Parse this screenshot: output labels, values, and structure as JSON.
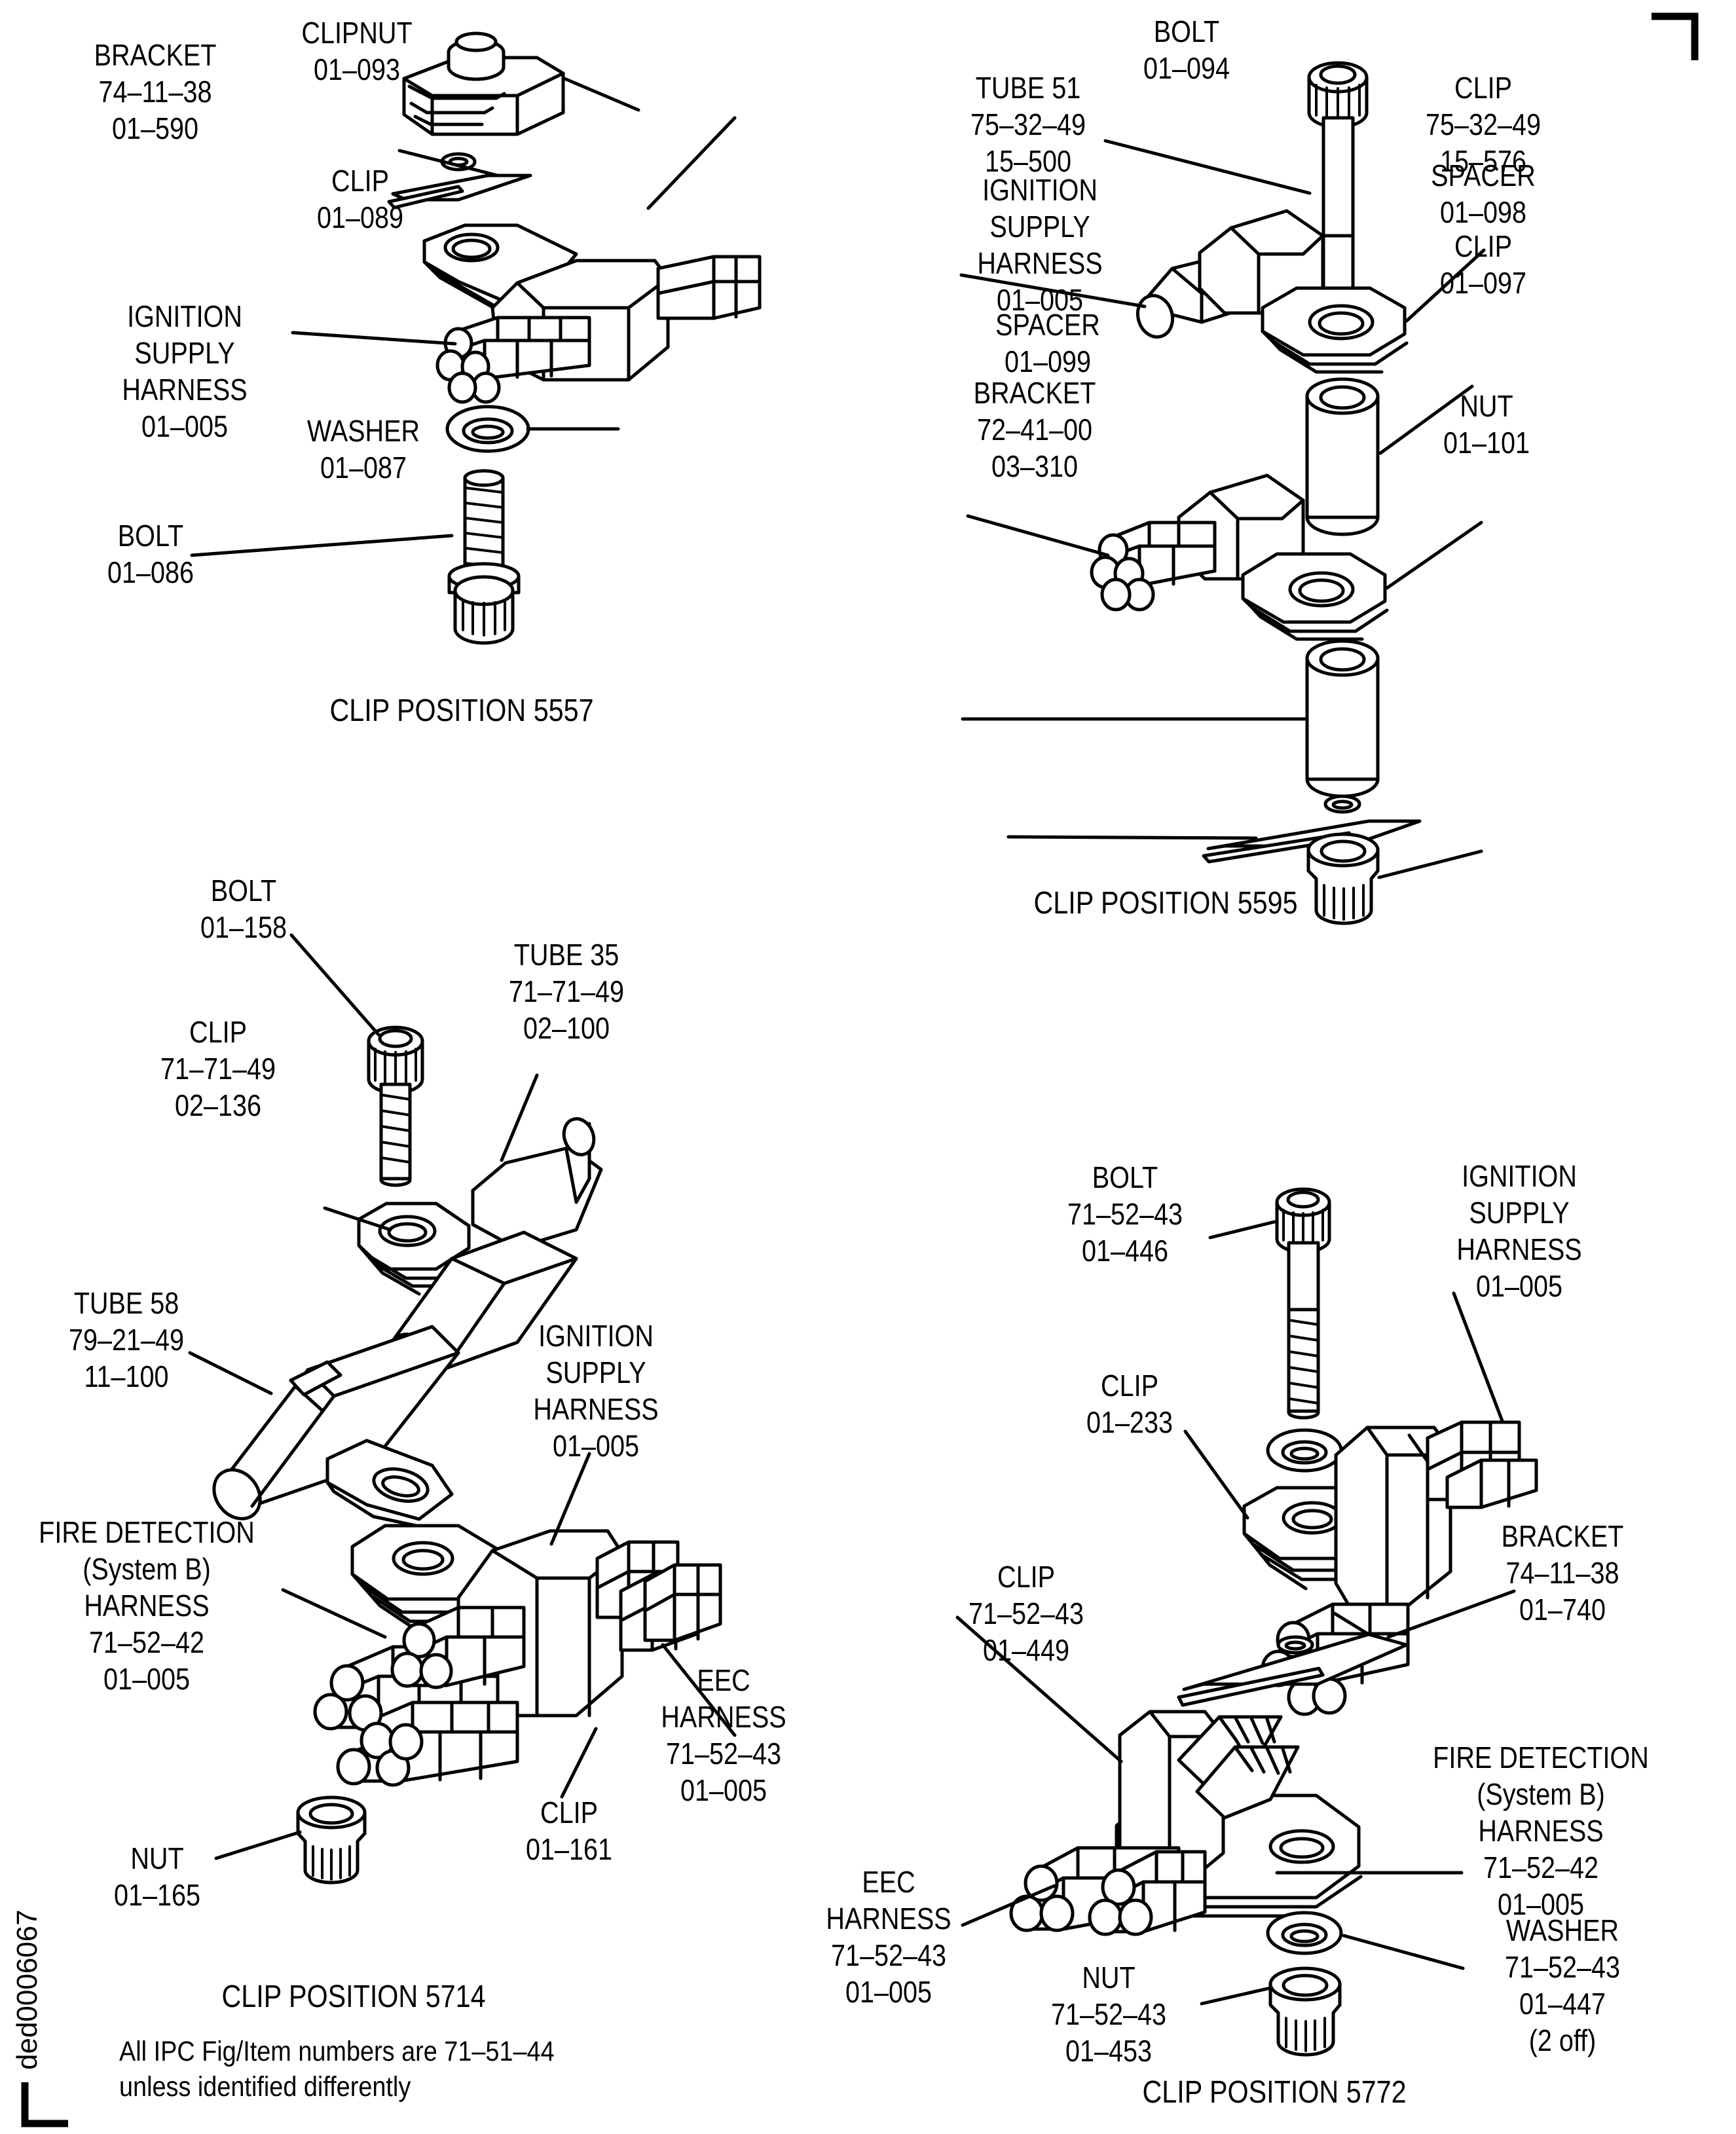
{
  "figure": {
    "id": "ded0006067",
    "note_line1": "All IPC Fig/Item numbers are 71–51–44",
    "note_line2": "unless identified differently"
  },
  "assemblies": [
    {
      "name": "clip-position-5557",
      "caption": "CLIP POSITION 5557",
      "labels": [
        {
          "name": "clipnut",
          "lines": [
            "CLIPNUT",
            "01–093"
          ]
        },
        {
          "name": "bracket",
          "lines": [
            "BRACKET",
            "74–11–38",
            "01–590"
          ]
        },
        {
          "name": "clip",
          "lines": [
            "CLIP",
            "01–089"
          ]
        },
        {
          "name": "ignition-supply-harness",
          "lines": [
            "IGNITION",
            "SUPPLY",
            "HARNESS",
            "01–005"
          ]
        },
        {
          "name": "washer",
          "lines": [
            "WASHER",
            "01–087"
          ]
        },
        {
          "name": "bolt",
          "lines": [
            "BOLT",
            "01–086"
          ]
        }
      ]
    },
    {
      "name": "clip-position-5595",
      "caption": "CLIP POSITION 5595",
      "labels": [
        {
          "name": "bolt",
          "lines": [
            "BOLT",
            "01–094"
          ]
        },
        {
          "name": "tube-51",
          "lines": [
            "TUBE 51",
            "75–32–49",
            "15–500"
          ]
        },
        {
          "name": "clip-upper",
          "lines": [
            "CLIP",
            "75–32–49",
            "15–576"
          ]
        },
        {
          "name": "spacer-upper",
          "lines": [
            "SPACER",
            "01–098"
          ]
        },
        {
          "name": "ignition-supply-harness",
          "lines": [
            "IGNITION",
            "SUPPLY",
            "HARNESS",
            "01–005"
          ]
        },
        {
          "name": "clip-lower",
          "lines": [
            "CLIP",
            "01–097"
          ]
        },
        {
          "name": "spacer-lower",
          "lines": [
            "SPACER",
            "01–099"
          ]
        },
        {
          "name": "bracket",
          "lines": [
            "BRACKET",
            "72–41–00",
            "03–310"
          ]
        },
        {
          "name": "nut",
          "lines": [
            "NUT",
            "01–101"
          ]
        }
      ]
    },
    {
      "name": "clip-position-5714",
      "caption": "CLIP POSITION 5714",
      "labels": [
        {
          "name": "bolt",
          "lines": [
            "BOLT",
            "01–158"
          ]
        },
        {
          "name": "tube-35",
          "lines": [
            "TUBE 35",
            "71–71–49",
            "02–100"
          ]
        },
        {
          "name": "clip-upper",
          "lines": [
            "CLIP",
            "71–71–49",
            "02–136"
          ]
        },
        {
          "name": "tube-58",
          "lines": [
            "TUBE 58",
            "79–21–49",
            "11–100"
          ]
        },
        {
          "name": "ignition-supply-harness",
          "lines": [
            "IGNITION",
            "SUPPLY",
            "HARNESS",
            "01–005"
          ]
        },
        {
          "name": "fire-detection-harness",
          "lines": [
            "FIRE DETECTION",
            "(System B)",
            "HARNESS",
            "71–52–42",
            "01–005"
          ]
        },
        {
          "name": "eec-harness",
          "lines": [
            "EEC",
            "HARNESS",
            "71–52–43",
            "01–005"
          ]
        },
        {
          "name": "clip-lower",
          "lines": [
            "CLIP",
            "01–161"
          ]
        },
        {
          "name": "nut",
          "lines": [
            "NUT",
            "01–165"
          ]
        }
      ]
    },
    {
      "name": "clip-position-5772",
      "caption": "CLIP POSITION 5772",
      "labels": [
        {
          "name": "bolt",
          "lines": [
            "BOLT",
            "71–52–43",
            "01–446"
          ]
        },
        {
          "name": "ignition-supply-harness",
          "lines": [
            "IGNITION",
            "SUPPLY",
            "HARNESS",
            "01–005"
          ]
        },
        {
          "name": "clip-upper",
          "lines": [
            "CLIP",
            "01–233"
          ]
        },
        {
          "name": "bracket",
          "lines": [
            "BRACKET",
            "74–11–38",
            "01–740"
          ]
        },
        {
          "name": "clip-lower",
          "lines": [
            "CLIP",
            "71–52–43",
            "01–449"
          ]
        },
        {
          "name": "fire-detection-harness",
          "lines": [
            "FIRE DETECTION",
            "(System B)",
            "HARNESS",
            "71–52–42",
            "01–005"
          ]
        },
        {
          "name": "eec-harness",
          "lines": [
            "EEC",
            "HARNESS",
            "71–52–43",
            "01–005"
          ]
        },
        {
          "name": "nut",
          "lines": [
            "NUT",
            "71–52–43",
            "01–453"
          ]
        },
        {
          "name": "washer",
          "lines": [
            "WASHER",
            "71–52–43",
            "01–447",
            "(2 off)"
          ]
        }
      ]
    }
  ],
  "text": {
    "a1_clipnut": "CLIPNUT\n01–093",
    "a1_bracket": "BRACKET\n74–11–38\n01–590",
    "a1_clip": "CLIP\n01–089",
    "a1_harness": "IGNITION\nSUPPLY\nHARNESS\n01–005",
    "a1_washer": "WASHER\n01–087",
    "a1_bolt": "BOLT\n01–086",
    "a1_caption": "CLIP POSITION 5557",
    "a2_bolt": "BOLT\n01–094",
    "a2_tube51": "TUBE 51\n75–32–49\n15–500",
    "a2_clipu": "CLIP\n75–32–49\n15–576",
    "a2_spaceru": "SPACER\n01–098",
    "a2_harness": "IGNITION\nSUPPLY\nHARNESS\n01–005",
    "a2_clipl": "CLIP\n01–097",
    "a2_spacerl": "SPACER\n01–099",
    "a2_bracket": "BRACKET\n72–41–00\n03–310",
    "a2_nut": "NUT\n01–101",
    "a2_caption": "CLIP POSITION 5595",
    "a3_bolt": "BOLT\n01–158",
    "a3_tube35": "TUBE 35\n71–71–49\n02–100",
    "a3_clipu": "CLIP\n71–71–49\n02–136",
    "a3_tube58": "TUBE 58\n79–21–49\n11–100",
    "a3_harness": "IGNITION\nSUPPLY\nHARNESS\n01–005",
    "a3_fire": "FIRE DETECTION\n(System B)\nHARNESS\n71–52–42\n01–005",
    "a3_eec": "EEC\nHARNESS\n71–52–43\n01–005",
    "a3_clipl": "CLIP\n01–161",
    "a3_nut": "NUT\n01–165",
    "a3_caption": "CLIP POSITION 5714",
    "a4_bolt": "BOLT\n71–52–43\n01–446",
    "a4_harness": "IGNITION\nSUPPLY\nHARNESS\n01–005",
    "a4_clipu": "CLIP\n01–233",
    "a4_bracket": "BRACKET\n74–11–38\n01–740",
    "a4_clipl": "CLIP\n71–52–43\n01–449",
    "a4_fire": "FIRE DETECTION\n(System B)\nHARNESS\n71–52–42\n01–005",
    "a4_eec": "EEC\nHARNESS\n71–52–43\n01–005",
    "a4_nut": "NUT\n71–52–43\n01–453",
    "a4_washer": "WASHER\n71–52–43\n01–447\n(2 off)",
    "a4_caption": "CLIP POSITION 5772",
    "note": "All IPC Fig/Item numbers are 71–51–44\nunless identified differently",
    "figid": "ded0006067"
  }
}
